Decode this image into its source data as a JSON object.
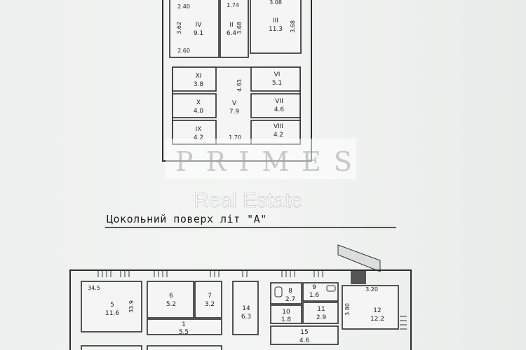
{
  "watermark": {
    "brand": "PRIMES",
    "subtitle": "Real Estate"
  },
  "plan_title": "Цокольний поверх літ \"А\"",
  "upper_floor": {
    "dimensions": [
      "2.40",
      "1.74",
      "3.08",
      "3.62",
      "3.68",
      "3.68",
      "2.60",
      "4.63",
      "1.70"
    ],
    "rooms": [
      {
        "number": "IV",
        "area": "9.1"
      },
      {
        "number": "II",
        "area": "6.4"
      },
      {
        "number": "III",
        "area": "11.3"
      },
      {
        "number": "XI",
        "area": "3.8"
      },
      {
        "number": "VI",
        "area": "5.1"
      },
      {
        "number": "X",
        "area": "4.0"
      },
      {
        "number": "V",
        "area": "7.9"
      },
      {
        "number": "VII",
        "area": "4.6"
      },
      {
        "number": "IX",
        "area": "4.2"
      },
      {
        "number": "VIII",
        "area": "4.2"
      }
    ]
  },
  "basement_floor": {
    "dimensions": [
      "34.5",
      "33.9",
      "3.20",
      "3.80"
    ],
    "rooms": [
      {
        "number": "5",
        "area": "11.6"
      },
      {
        "number": "6",
        "area": "5.2"
      },
      {
        "number": "7",
        "area": "3.2"
      },
      {
        "number": "1",
        "area": "5.5"
      },
      {
        "number": "14",
        "area": "6.3"
      },
      {
        "number": "8",
        "area": "2.7"
      },
      {
        "number": "9",
        "area": "1.6"
      },
      {
        "number": "10",
        "area": "1.8"
      },
      {
        "number": "11",
        "area": "2.9"
      },
      {
        "number": "12",
        "area": "12.2"
      },
      {
        "number": "15",
        "area": "4.6"
      }
    ]
  }
}
